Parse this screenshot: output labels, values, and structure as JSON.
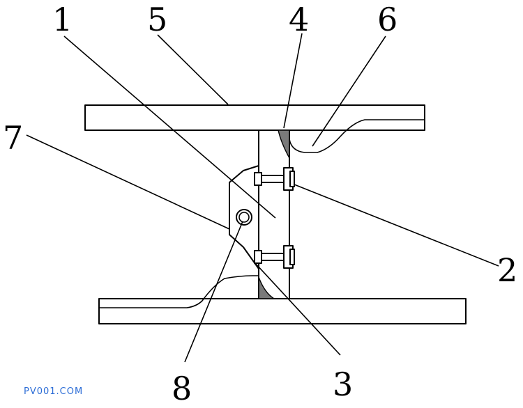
{
  "callouts": {
    "c1": "1",
    "c2": "2",
    "c3": "3",
    "c4": "4",
    "c5": "5",
    "c6": "6",
    "c7": "7",
    "c8": "8"
  },
  "watermark": "PV001.COM",
  "colors": {
    "line": "#000000",
    "weld": "#7a7a7a",
    "watermark": "#2b6cd6"
  }
}
